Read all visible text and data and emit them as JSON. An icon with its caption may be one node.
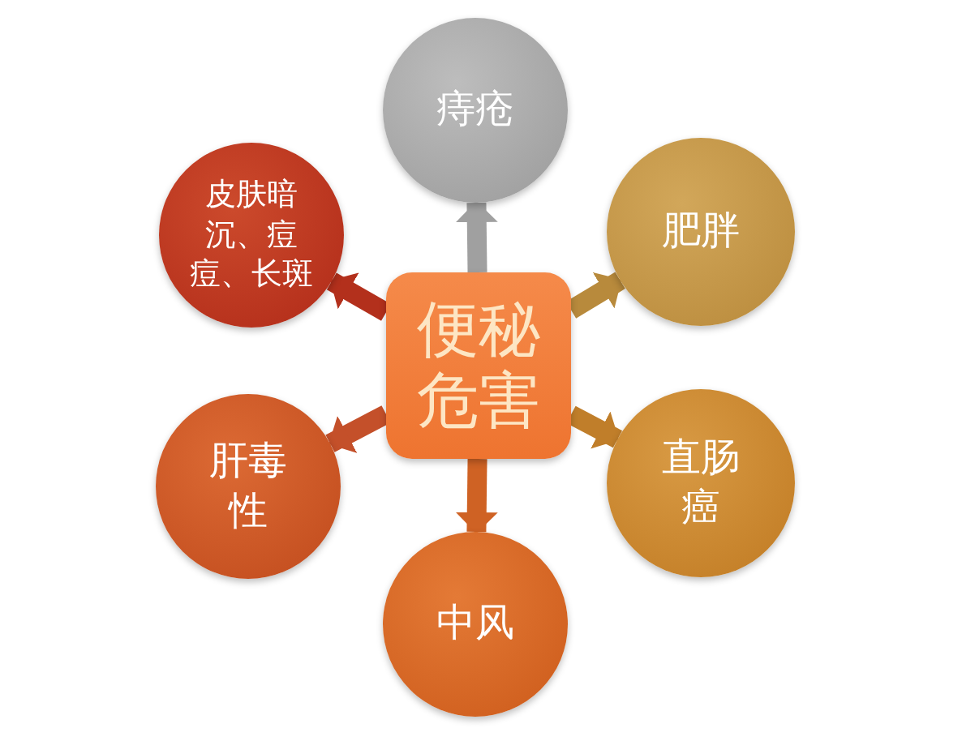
{
  "diagram": {
    "nodes": [
      {
        "text": [
          "便秘危害"
        ]
      },
      {
        "text": [
          "痔疮"
        ]
      },
      {
        "text": [
          "肥胖"
        ]
      },
      {
        "text": [
          "直肠癌"
        ]
      },
      {
        "text": [
          "中风"
        ]
      },
      {
        "text": [
          "肝毒性"
        ]
      },
      {
        "text": [
          "皮肤暗沉、痘痘、长斑"
        ]
      }
    ],
    "edges": [
      {
        "from": 0,
        "to": 1,
        "arrow": "to",
        "color": "#a0a0a0"
      },
      {
        "from": 0,
        "to": 2,
        "arrow": "to",
        "color": "#b88a3c"
      },
      {
        "from": 0,
        "to": 3,
        "arrow": "to",
        "color": "#c07e2a"
      },
      {
        "from": 0,
        "to": 4,
        "arrow": "to",
        "color": "#cf6224"
      },
      {
        "from": 0,
        "to": 5,
        "arrow": "to",
        "color": "#c4502a"
      },
      {
        "from": 0,
        "to": 6,
        "arrow": "to",
        "color": "#b3301c"
      }
    ]
  }
}
